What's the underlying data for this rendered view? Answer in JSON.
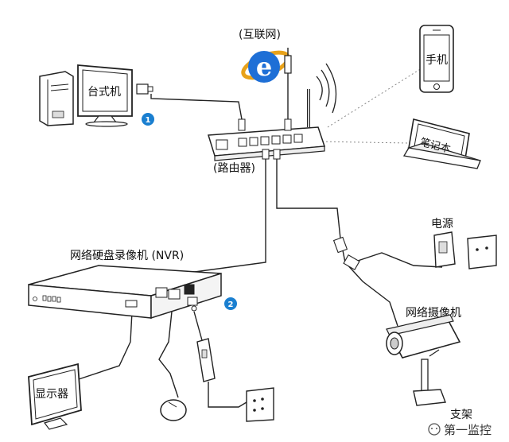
{
  "labels": {
    "internet": "(互联网)",
    "phone": "手机",
    "desktop": "台式机",
    "laptop": "笔记本",
    "router": "(路由器)",
    "nvr": "网络硬盘录像机 (NVR)",
    "power": "电源",
    "camera": "网络摄像机",
    "monitor": "显示器",
    "stand": "支架"
  },
  "badges": {
    "one": "1",
    "two": "2"
  },
  "watermark": "第一监控",
  "colors": {
    "badge": "#1a7fd0",
    "ie_blue": "#1e6fd6",
    "ie_ring": "#e8a21a",
    "line": "#222222"
  }
}
